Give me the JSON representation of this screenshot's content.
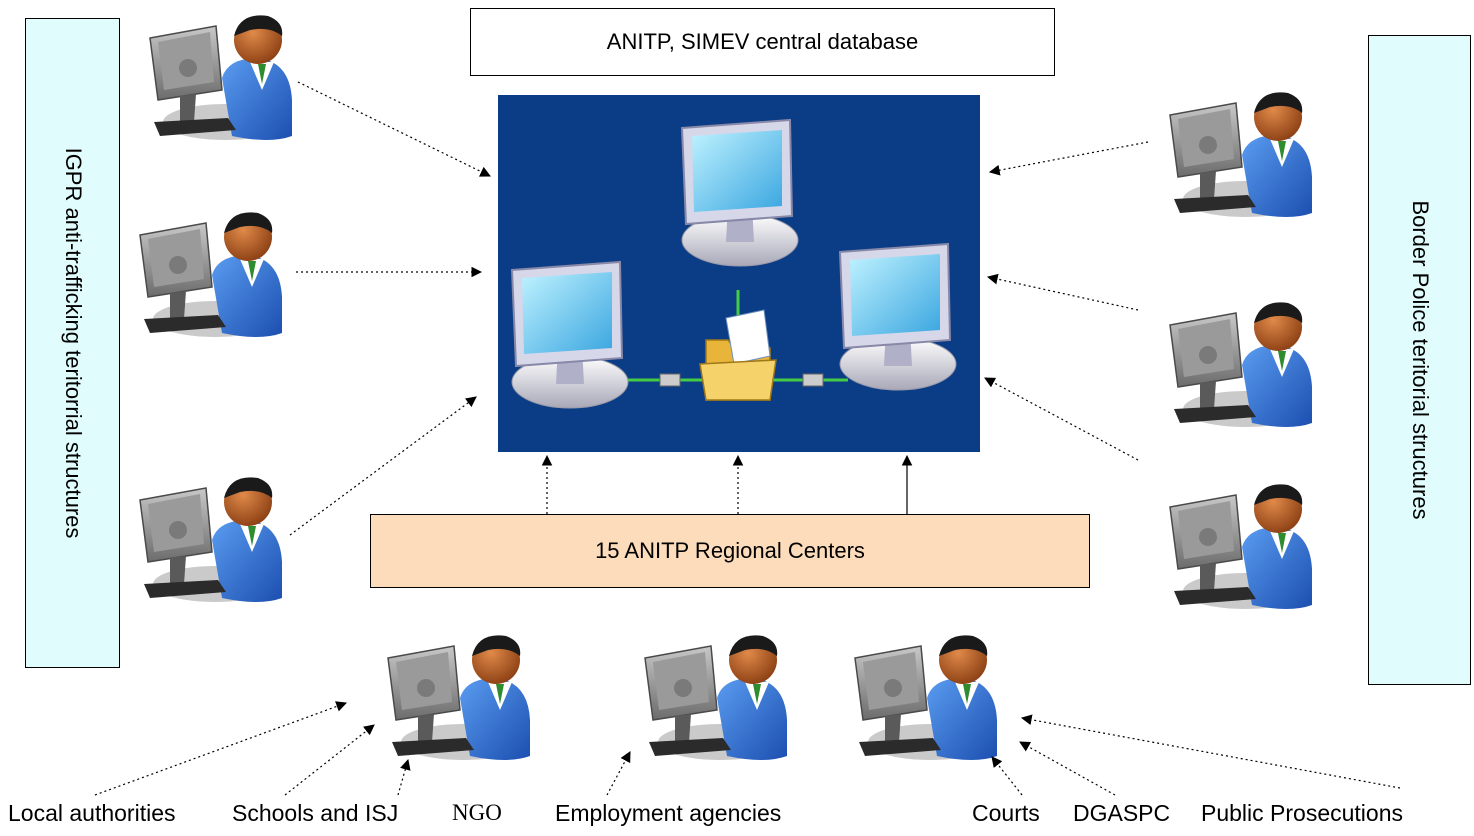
{
  "central_database": {
    "label": "ANITP, SIMEV central database"
  },
  "regional_centers": {
    "label": "15 ANITP Regional Centers"
  },
  "left_panel": {
    "label": "IGPR anti-trafficking teritorrial structures"
  },
  "right_panel": {
    "label": "Border Police teritorial structures"
  },
  "bottom_labels": {
    "local_authorities": "Local authorities",
    "schools": "Schools and ISJ",
    "ngo": "NGO",
    "employment": "Employment agencies",
    "courts": "Courts",
    "dgaspc": "DGASPC",
    "prosecutions": "Public Prosecutions"
  },
  "colors": {
    "network_bg": "#0b3d86",
    "regional_fill": "#fddcbc",
    "side_fill": "#e0fcfc",
    "user_shirt": "#2f6fd6",
    "user_skin": "#b8612a"
  },
  "icons": [
    "user-workstation-icon",
    "monitor-icon",
    "folder-icon"
  ]
}
